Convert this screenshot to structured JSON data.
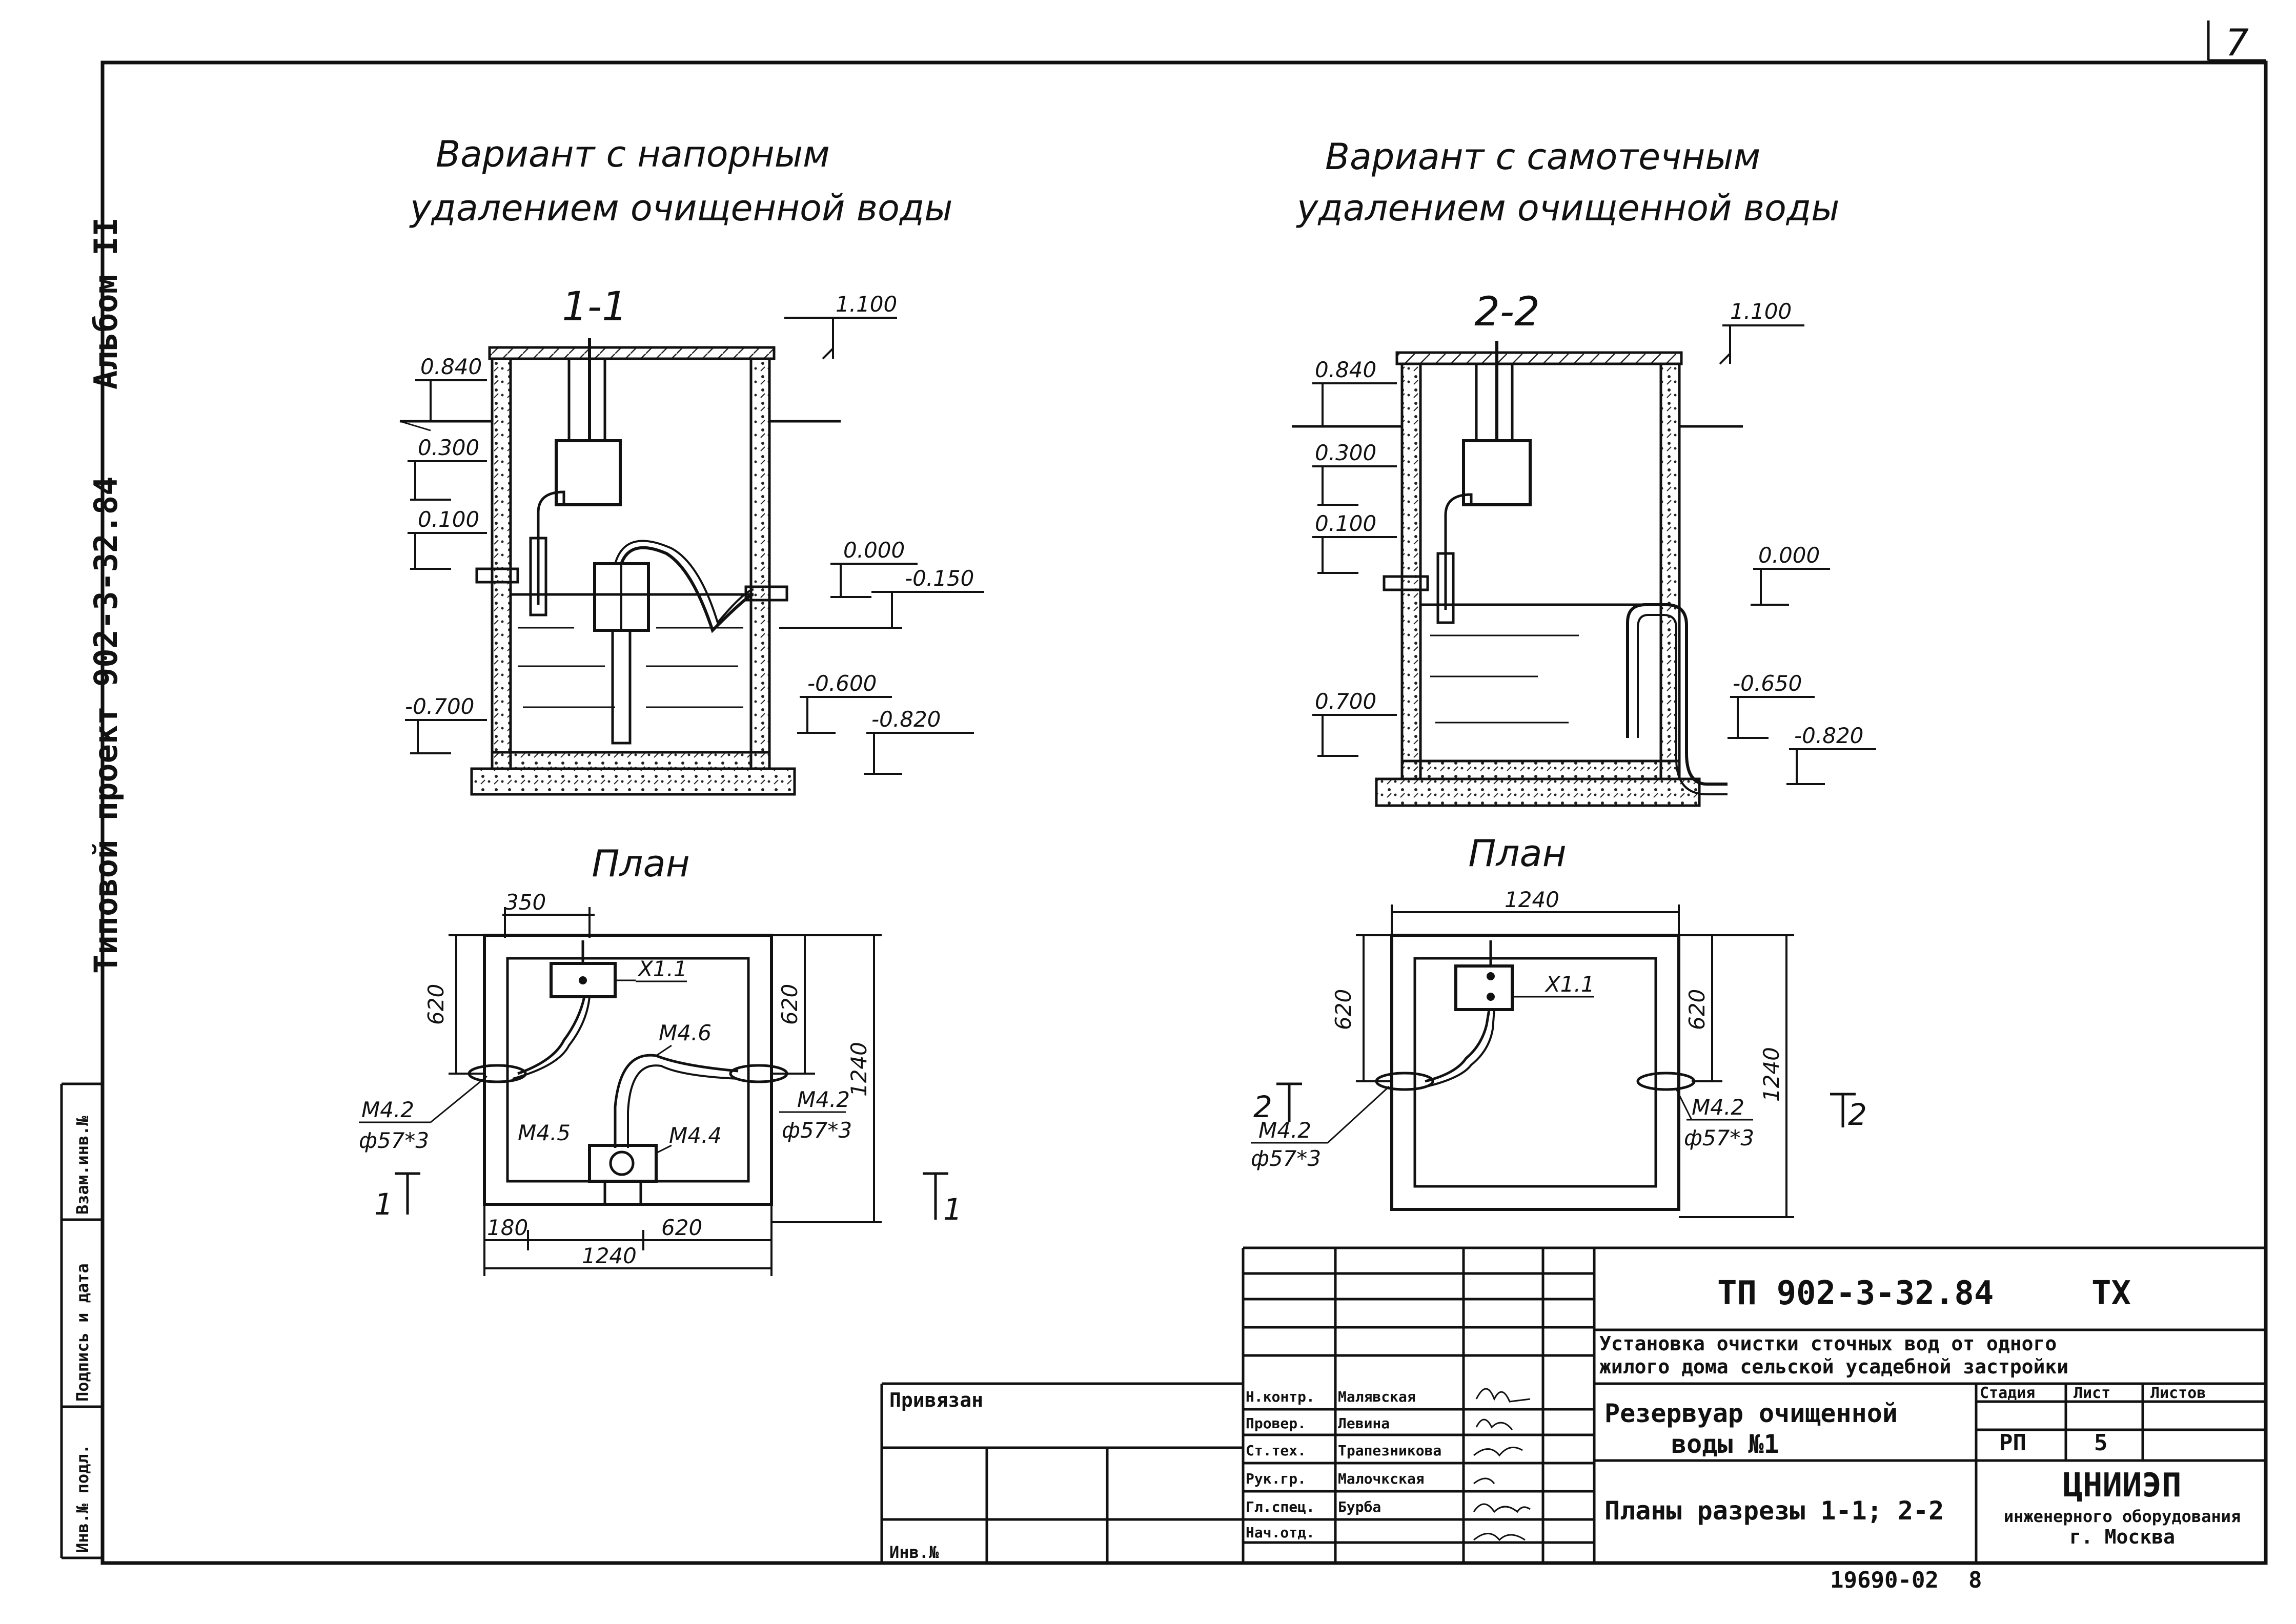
{
  "sheet": {
    "page_number": "7",
    "archive_number": "19690-02",
    "format_mark": "8"
  },
  "side_stamp": {
    "album": "Альбом II",
    "project": "Типовой проект 902-3-32.84",
    "cells": [
      "Взам.инв.№",
      "Подпись и дата",
      "Инв.№ подл."
    ]
  },
  "left_variant": {
    "title_line1": "Вариант с напорным",
    "title_line2": "удалением очищенной воды",
    "section_label": "1-1",
    "levels": [
      "1.100",
      "0.840",
      "0.300",
      "0.100",
      "0.000",
      "-0.150",
      "-0.600",
      "-0.700",
      "-0.820"
    ],
    "plan_title": "План",
    "plan": {
      "dims": [
        "350",
        "620",
        "620",
        "1240",
        "180",
        "620",
        "1240"
      ],
      "callouts": [
        "Х1.1",
        "М4.6",
        "М4.2",
        "ф57*3",
        "М4.2",
        "ф57*3",
        "М4.5",
        "М4.4"
      ],
      "cut_marks": [
        "1",
        "1"
      ]
    }
  },
  "right_variant": {
    "title_line1": "Вариант с самотечным",
    "title_line2": "удалением очищенной воды",
    "section_label": "2-2",
    "levels": [
      "1.100",
      "0.840",
      "0.300",
      "0.100",
      "0.000",
      "-0.650",
      "0.700",
      "-0.820"
    ],
    "plan_title": "План",
    "plan": {
      "dims": [
        "1240",
        "620",
        "620",
        "1240"
      ],
      "callouts": [
        "Х1.1",
        "М4.2",
        "ф57*3",
        "М4.2",
        "ф57*3"
      ],
      "cut_marks": [
        "2",
        "2"
      ]
    }
  },
  "title_block": {
    "code": "ТП 902-3-32.84",
    "mark": "ТХ",
    "description_line1": "Установка очистки сточных вод от одного",
    "description_line2": "жилого дома сельской усадебной застройки",
    "sheet_title_line1": "Резервуар очищенной",
    "sheet_title_line2": "воды №1",
    "drawing_title": "Планы разрезы 1-1; 2-2",
    "stage_header": "Стадия",
    "sheet_header": "Лист",
    "sheets_header": "Листов",
    "stage": "РП",
    "sheet": "5",
    "org_line1": "ЦНИИЭП",
    "org_line2": "инженерного оборудования",
    "org_line3": "г. Москва",
    "privyazan": "Привязан",
    "inv": "Инв.№",
    "signers": [
      {
        "role": "Н.контр.",
        "name": "Малявская"
      },
      {
        "role": "Провер.",
        "name": "Левина"
      },
      {
        "role": "Ст.тех.",
        "name": "Трапезникова"
      },
      {
        "role": "Рук.гр.",
        "name": "Малочкская"
      },
      {
        "role": "Гл.спец.",
        "name": "Бурба"
      },
      {
        "role": "Нач.отд.",
        "name": ""
      }
    ]
  }
}
